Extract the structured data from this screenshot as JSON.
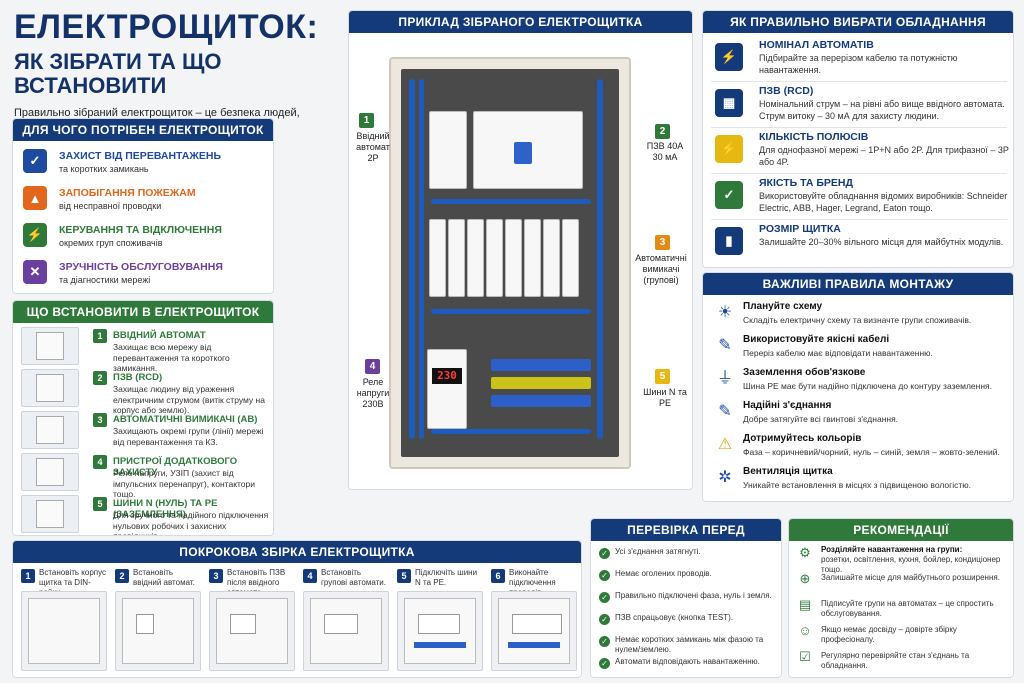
{
  "title": {
    "line1": "ЕЛЕКТРОЩИТОК:",
    "line2": "ЯК ЗІБРАТИ ТА ЩО ВСТАНОВИТИ",
    "intro": "Правильно зібраний електрощиток – це безпека людей, захист техніки та зручність в експлуатації мережі."
  },
  "why": {
    "header": "ДЛЯ ЧОГО ПОТРІБЕН ЕЛЕКТРОЩИТОК",
    "items": [
      {
        "title": "ЗАХИСТ ВІД ПЕРЕВАНТАЖЕНЬ",
        "desc": "та коротких замикань",
        "color": "#1d4ba0"
      },
      {
        "title": "ЗАПОБІГАННЯ ПОЖЕЖАМ",
        "desc": "від несправної проводки",
        "color": "#e2661b"
      },
      {
        "title": "КЕРУВАННЯ ТА ВІДКЛЮЧЕННЯ",
        "desc": "окремих груп споживачів",
        "color": "#2f7a3b"
      },
      {
        "title": "ЗРУЧНІСТЬ ОБСЛУГОВУВАННЯ",
        "desc": "та діагностики мережі",
        "color": "#6b3fa0"
      }
    ]
  },
  "install": {
    "header": "ЩО ВСТАНОВИТИ В ЕЛЕКТРОЩИТОК",
    "items": [
      {
        "n": "1",
        "title": "ВВІДНИЙ АВТОМАТ",
        "desc": "Захищає всю мережу від перевантаження та короткого замикання."
      },
      {
        "n": "2",
        "title": "ПЗВ (RCD)",
        "desc": "Захищає людину від ураження електричним струмом (витік струму на корпус або землю)."
      },
      {
        "n": "3",
        "title": "АВТОМАТИЧНІ ВИМИКАЧІ (АВ)",
        "desc": "Захищають окремі групи (лінії) мережі від перевантаження та КЗ."
      },
      {
        "n": "4",
        "title": "ПРИСТРОЇ ДОДАТКОВОГО ЗАХИСТУ",
        "desc": "Реле напруги, УЗІП (захист від імпульсних перенапруг), контактори тощо."
      },
      {
        "n": "5",
        "title": "ШИНИ N (нуль) ТА PE (заземлення)",
        "desc": "Для зручного та надійного підключення нульових робочих і захисних провідників."
      }
    ]
  },
  "example": {
    "header": "ПРИКЛАД ЗІБРАНОГО ЕЛЕКТРОЩИТКА",
    "callouts": [
      {
        "n": "1",
        "text": "Ввідний автомат 2P",
        "color": "#2f7a3b"
      },
      {
        "n": "2",
        "text": "ПЗВ 40А 30 мА",
        "color": "#2f7a3b"
      },
      {
        "n": "3",
        "text": "Автоматичні вимикачі (групові)",
        "color": "#e58a12"
      },
      {
        "n": "4",
        "text": "Реле напруги 230В",
        "color": "#6b3fa0"
      },
      {
        "n": "5",
        "text": "Шини N та PE",
        "color": "#e5b812"
      }
    ],
    "relay_display": "230"
  },
  "choose": {
    "header": "ЯК ПРАВИЛЬНО ВИБРАТИ ОБЛАДНАННЯ",
    "items": [
      {
        "title": "НОМІНАЛ АВТОМАТІВ",
        "desc": "Підбирайте за перерізом кабелю та потужністю навантаження.",
        "color": "#143a7a"
      },
      {
        "title": "ПЗВ (RCD)",
        "desc": "Номінальний струм – на рівні або вище ввідного автомата. Струм витоку – 30 мА для захисту людини.",
        "color": "#143a7a"
      },
      {
        "title": "КІЛЬКІСТЬ ПОЛЮСІВ",
        "desc": "Для однофазної мережі – 1P+N або 2P. Для трифазної – 3P або 4P.",
        "color": "#143a7a"
      },
      {
        "title": "ЯКІСТЬ ТА БРЕНД",
        "desc": "Використовуйте обладнання відомих виробників: Schneider Electric, ABB, Hager, Legrand, Eaton тощо.",
        "color": "#143a7a"
      },
      {
        "title": "РОЗМІР ЩИТКА",
        "desc": "Залишайте 20–30% вільного місця для майбутніх модулів.",
        "color": "#143a7a"
      }
    ]
  },
  "rules": {
    "header": "ВАЖЛИВІ ПРАВИЛА МОНТАЖУ",
    "items": [
      {
        "title": "Плануйте схему",
        "desc": "Складіть електричну схему та визначте групи споживачів."
      },
      {
        "title": "Використовуйте якісні кабелі",
        "desc": "Переріз кабелю має відповідати навантаженню."
      },
      {
        "title": "Заземлення обов'язкове",
        "desc": "Шина PE має бути надійно підключена до контуру заземлення."
      },
      {
        "title": "Надійні з'єднання",
        "desc": "Добре затягуйте всі гвинтові з'єднання."
      },
      {
        "title": "Дотримуйтесь кольорів",
        "desc": "Фаза – коричневий/чорний, нуль – синій, земля – жовто-зелений."
      },
      {
        "title": "Вентиляція щитка",
        "desc": "Уникайте встановлення в місцях з підвищеною вологістю."
      }
    ]
  },
  "steps": {
    "header": "ПОКРОКОВА ЗБІРКА ЕЛЕКТРОЩИТКА",
    "items": [
      {
        "n": "1",
        "text": "Встановіть корпус щитка та DIN-рейки."
      },
      {
        "n": "2",
        "text": "Встановіть ввідний автомат."
      },
      {
        "n": "3",
        "text": "Встановіть ПЗВ після ввідного автомата."
      },
      {
        "n": "4",
        "text": "Встановіть групові автомати."
      },
      {
        "n": "5",
        "text": "Підключіть шини N та PE."
      },
      {
        "n": "6",
        "text": "Виконайте підключення проводів."
      }
    ]
  },
  "check": {
    "header": "ПЕРЕВІРКА ПЕРЕД УВІМКНЕННЯМ",
    "items": [
      "Усі з'єднання затягнуті.",
      "Немає оголених проводів.",
      "Правильно підключені фаза, нуль і земля.",
      "ПЗВ спрацьовує (кнопка TEST).",
      "Немає коротких замикань між фазою та нулем/землею.",
      "Автомати відповідають навантаженню."
    ]
  },
  "recs": {
    "header": "РЕКОМЕНДАЦІЇ",
    "items": [
      {
        "title": "Розділяйте навантаження на групи:",
        "desc": "розетки, освітлення, кухня, бойлер, кондиціонер тощо."
      },
      {
        "title": "",
        "desc": "Залишайте місце для майбутнього розширення."
      },
      {
        "title": "",
        "desc": "Підписуйте групи на автоматах – це спростить обслуговування."
      },
      {
        "title": "",
        "desc": "Якщо немає досвіду – довірте збірку професіоналу."
      },
      {
        "title": "",
        "desc": "Регулярно перевіряйте стан з'єднань та обладнання."
      }
    ]
  }
}
